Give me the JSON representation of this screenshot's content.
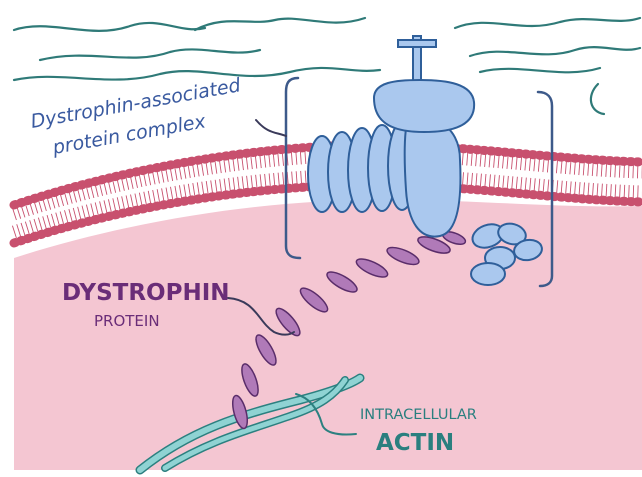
{
  "labels": {
    "complex_line1": "Dystrophin-associated",
    "complex_line2": "protein complex",
    "dystrophin_line1": "DYSTROPHIN",
    "dystrophin_line2": "PROTEIN",
    "actin_line1": "INTRACELLULAR",
    "actin_line2": "ACTIN"
  },
  "colors": {
    "extracellular_strands": "#2f7a78",
    "membrane_pink": "#c8506e",
    "cytoplasm": "#f4c6d2",
    "complex_fill": "#aac8ee",
    "complex_stroke": "#2f5f9a",
    "bracket": "#3d5a8a",
    "dystrophin_fill": "#b07ab8",
    "dystrophin_stroke": "#5a2d6a",
    "actin_fill": "#8fd3d3",
    "actin_stroke": "#2c8080",
    "complex_label": "#3a5aa0",
    "dystrophin_label": "#6a2d78",
    "actin_label": "#2a7f7f",
    "leader_line": "#3a3a5a"
  }
}
